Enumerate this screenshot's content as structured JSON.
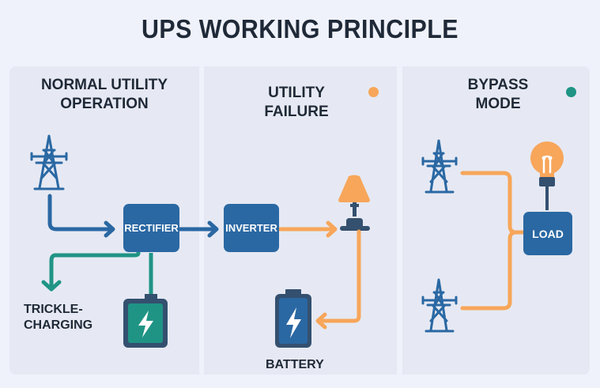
{
  "title": "UPS WORKING PRINCIPLE",
  "colors": {
    "background": "#eff2fb",
    "panel": "#e6e9f3",
    "primary_blue": "#2a68a3",
    "dark_navy": "#34506f",
    "teal": "#1f9485",
    "orange": "#f7a65a",
    "text": "#1f2937"
  },
  "panels": [
    {
      "heading_line1": "NORMAL UTILITY",
      "heading_line2": "OPERATION",
      "components": {
        "rectifier": "RECTIFIER",
        "trickle_line1": "TRICKLE-",
        "trickle_line2": "CHARGING"
      },
      "icons": [
        "transmission-tower-icon",
        "battery-charging-icon"
      ]
    },
    {
      "heading_line1": "UTILITY",
      "heading_line2": "FAILURE",
      "status_dot_color": "#f7a65a",
      "components": {
        "inverter": "INVERTER",
        "battery": "BATTERY"
      },
      "icons": [
        "lamp-icon",
        "battery-icon"
      ]
    },
    {
      "heading_line1": "BYPASS",
      "heading_line2": "MODE",
      "status_dot_color": "#1f9485",
      "components": {
        "load": "LOAD"
      },
      "icons": [
        "transmission-tower-icon",
        "light-bulb-icon"
      ]
    }
  ]
}
